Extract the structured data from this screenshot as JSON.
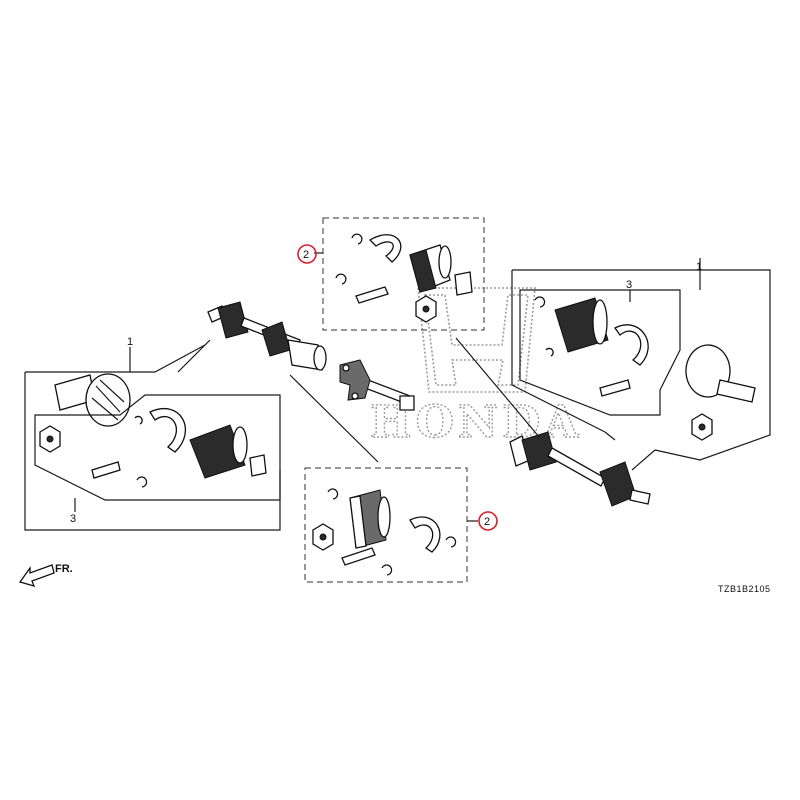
{
  "diagram": {
    "callouts": {
      "top_kit": "2",
      "bottom_kit": "2",
      "left_shaft_assembly": "1",
      "right_shaft_assembly": "1",
      "left_joint_set": "3",
      "right_joint_set": "3"
    },
    "direction_label": "FR.",
    "drawing_code": "TZB1B2105",
    "watermark_text": "HONDA",
    "highlight_color": "#d6202e"
  }
}
